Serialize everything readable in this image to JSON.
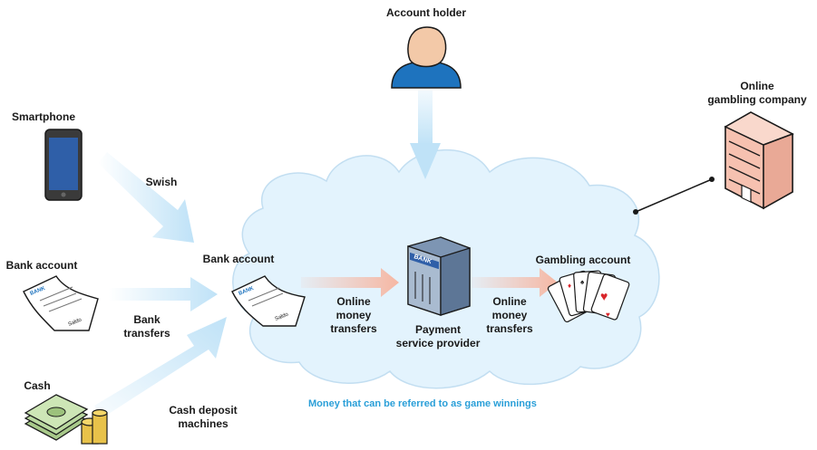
{
  "labels": {
    "account_holder": "Account holder",
    "online_gambling_company_1": "Online",
    "online_gambling_company_2": "gambling company",
    "smartphone": "Smartphone",
    "swish": "Swish",
    "bank_account_left": "Bank account",
    "bank_transfers_1": "Bank",
    "bank_transfers_2": "transfers",
    "cash": "Cash",
    "cash_deposit_1": "Cash deposit",
    "cash_deposit_2": "machines",
    "bank_account_center": "Bank account",
    "online_transfers_a_1": "Online",
    "online_transfers_a_2": "money",
    "online_transfers_a_3": "transfers",
    "payment_provider_1": "Payment",
    "payment_provider_2": "service provider",
    "online_transfers_b_1": "Online",
    "online_transfers_b_2": "money",
    "online_transfers_b_3": "transfers",
    "gambling_account": "Gambling account"
  },
  "caption": "Money that can be referred to as game winnings",
  "icon_text": {
    "bank_sign": "BANK",
    "statement_header": "BANK",
    "statement_footer": "Saldo"
  },
  "colors": {
    "cloud_fill": "#e3f3fd",
    "cloud_stroke": "#c2def1",
    "blue_arrow": "#bfe2f7",
    "salmon_arrow": "#f6b7a3",
    "caption": "#2a9fd8",
    "person_shirt": "#1e73be",
    "person_skin": "#f3c9a8",
    "building": "#f6c1b0"
  },
  "icons": [
    "person-icon",
    "office-building-icon",
    "smartphone-icon",
    "bank-statement-icon",
    "cash-stack-icon",
    "bank-building-icon",
    "playing-cards-icon"
  ]
}
